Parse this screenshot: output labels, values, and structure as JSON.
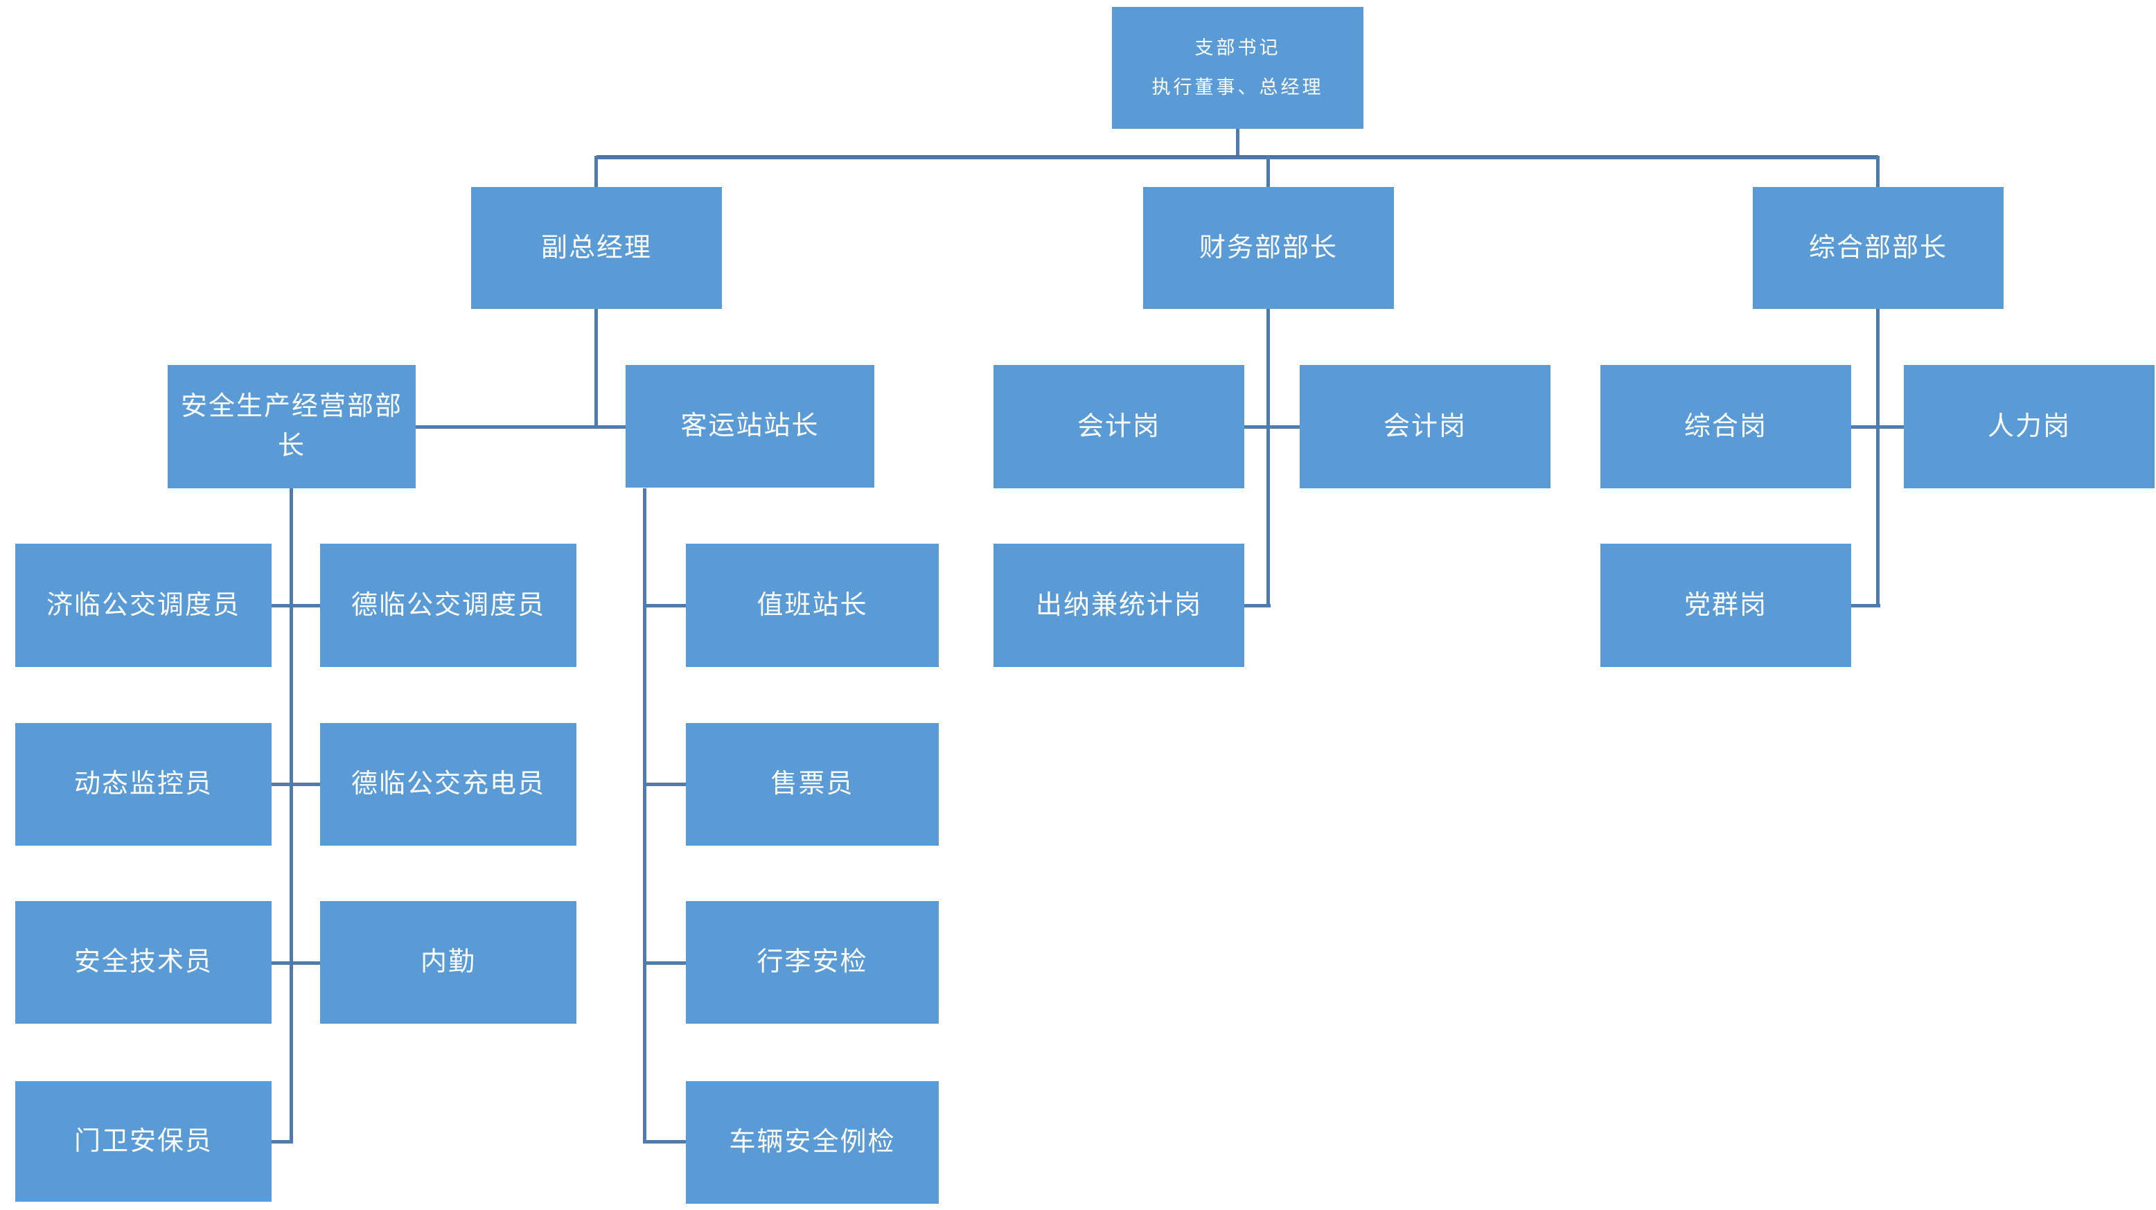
{
  "colors": {
    "node_fill": "#5b9bd5",
    "node_text": "#ffffff",
    "connector": "#4e7cb0",
    "connector_dark": "#44719e"
  },
  "nodes": {
    "root": {
      "line1": "支部书记",
      "line2": "执行董事、总经理"
    },
    "deputy_gm": {
      "label": "副总经理"
    },
    "finance_head": {
      "label": "财务部部长"
    },
    "general_head": {
      "label": "综合部部长"
    },
    "safety_head": {
      "label": "安全生产经营部部长"
    },
    "station_master": {
      "label": "客运站站长"
    },
    "accountant_1": {
      "label": "会计岗"
    },
    "accountant_2": {
      "label": "会计岗"
    },
    "general_post": {
      "label": "综合岗"
    },
    "hr_post": {
      "label": "人力岗"
    },
    "jilin_dispatcher": {
      "label": "济临公交调度员"
    },
    "delin_dispatcher": {
      "label": "德临公交调度员"
    },
    "duty_master": {
      "label": "值班站长"
    },
    "cashier_stat": {
      "label": "出纳兼统计岗"
    },
    "party_post": {
      "label": "党群岗"
    },
    "dynamic_monitor": {
      "label": "动态监控员"
    },
    "delin_charger": {
      "label": "德临公交充电员"
    },
    "ticket_seller": {
      "label": "售票员"
    },
    "safety_tech": {
      "label": "安全技术员"
    },
    "office_clerk": {
      "label": "内勤"
    },
    "luggage_check": {
      "label": "行李安检"
    },
    "gate_guard": {
      "label": "门卫安保员"
    },
    "vehicle_check": {
      "label": "车辆安全例检"
    }
  },
  "structure": [
    {
      "label": "支部书记 执行董事、总经理",
      "children": [
        {
          "label": "副总经理",
          "children": [
            {
              "label": "安全生产经营部部长",
              "children": [
                "济临公交调度员",
                "德临公交调度员",
                "动态监控员",
                "德临公交充电员",
                "安全技术员",
                "内勤",
                "门卫安保员"
              ]
            },
            {
              "label": "客运站站长",
              "children": [
                "值班站长",
                "售票员",
                "行李安检",
                "车辆安全例检"
              ]
            }
          ]
        },
        {
          "label": "财务部部长",
          "children": [
            "会计岗",
            "会计岗",
            "出纳兼统计岗"
          ]
        },
        {
          "label": "综合部部长",
          "children": [
            "综合岗",
            "人力岗",
            "党群岗"
          ]
        }
      ]
    }
  ]
}
